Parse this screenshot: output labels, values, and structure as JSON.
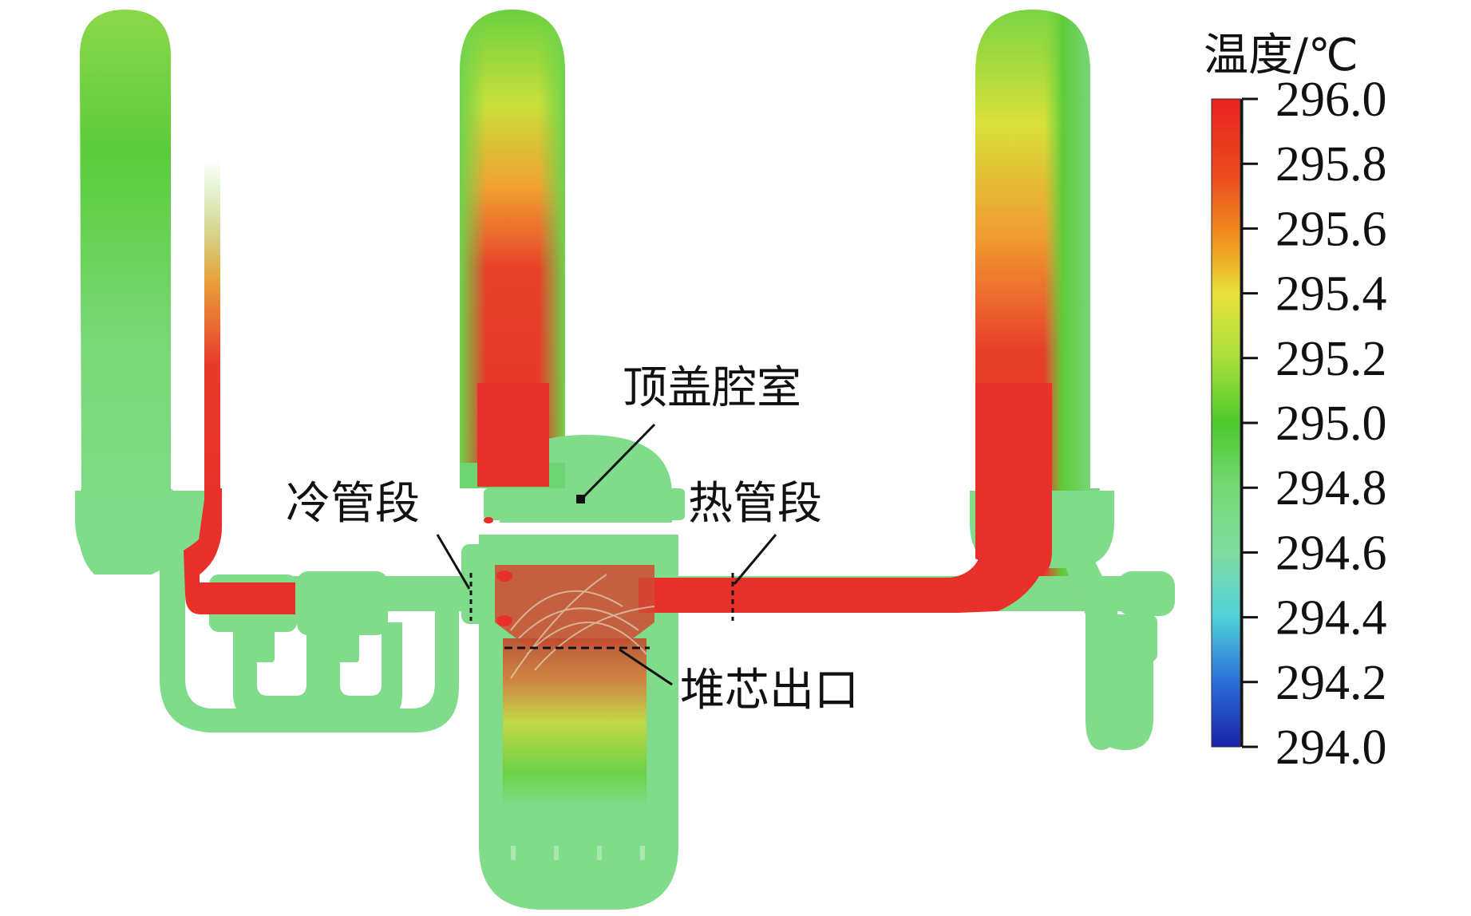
{
  "labels": {
    "top_head_chamber": "顶盖腔室",
    "cold_leg": "冷管段",
    "hot_leg": "热管段",
    "core_outlet": "堆芯出口"
  },
  "colorbar": {
    "title": "温度/℃",
    "min": 294.0,
    "max": 296.0,
    "ticks": [
      "296.0",
      "295.8",
      "295.6",
      "295.4",
      "295.2",
      "295.0",
      "294.8",
      "294.6",
      "294.4",
      "294.2",
      "294.0"
    ],
    "colors": {
      "hot": "#e8231f",
      "orange": "#f07a1e",
      "yellow": "#e8e83a",
      "green": "#4ec92c",
      "light_green": "#7fdc8a",
      "cyan": "#4fd0d8",
      "blue": "#1f4fd8",
      "dark_blue": "#1a22a8"
    }
  },
  "fluid_colors": {
    "base": "#7fdb86",
    "steam_generator_top": "#6cd244",
    "steam_generator_mid": "#a9e03b",
    "hot_region": "#e8302a"
  }
}
